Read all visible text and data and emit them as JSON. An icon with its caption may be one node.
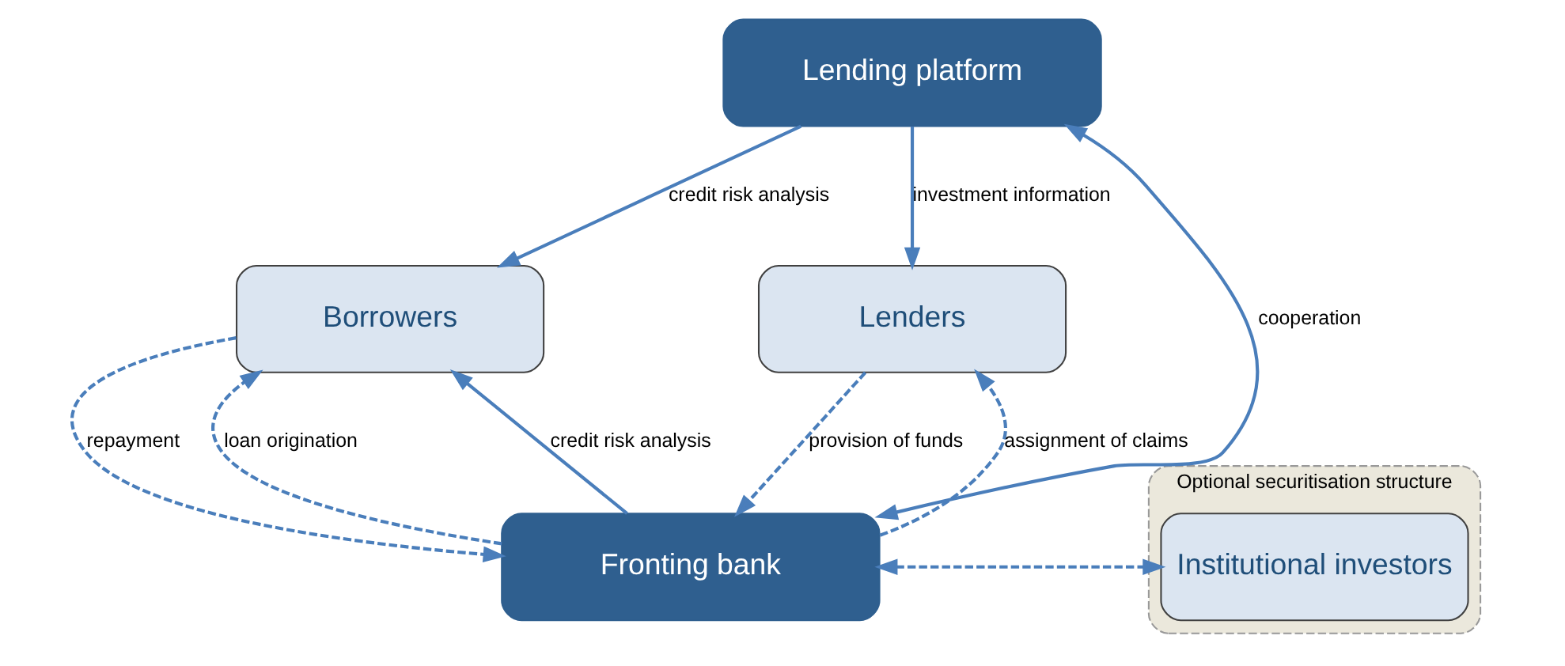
{
  "diagram": {
    "nodes": [
      {
        "text": [
          "Lending platform"
        ]
      },
      {
        "text": [
          "Borrowers"
        ]
      },
      {
        "text": [
          "Lenders"
        ]
      },
      {
        "text": [
          "Fronting bank"
        ]
      },
      {
        "text": [
          "Optional securitisation structure"
        ]
      },
      {
        "text": [
          "Institutional investors"
        ],
        "in": 4
      }
    ],
    "edges": [
      {
        "from": 0,
        "to": 1,
        "arrow": "to",
        "label": "credit risk analysis"
      },
      {
        "from": 0,
        "to": 2,
        "arrow": "to",
        "label": "investment information"
      },
      {
        "from": 0,
        "to": 3,
        "arrow": "both",
        "label": "cooperation"
      },
      {
        "from": 3,
        "to": 1,
        "arrow": "to",
        "label": "loan origination",
        "style": "dashed"
      },
      {
        "from": 1,
        "to": 3,
        "arrow": "to",
        "label": "repayment",
        "style": "dashed"
      },
      {
        "from": 3,
        "to": 1,
        "arrow": "to",
        "label": "credit risk analysis"
      },
      {
        "from": 2,
        "to": 3,
        "arrow": "to",
        "label": "provision of funds",
        "style": "dashed"
      },
      {
        "from": 3,
        "to": 2,
        "arrow": "to",
        "label": "assignment of claims",
        "style": "dashed"
      },
      {
        "from": 3,
        "to": 5,
        "arrow": "both",
        "style": "dashed"
      }
    ]
  }
}
